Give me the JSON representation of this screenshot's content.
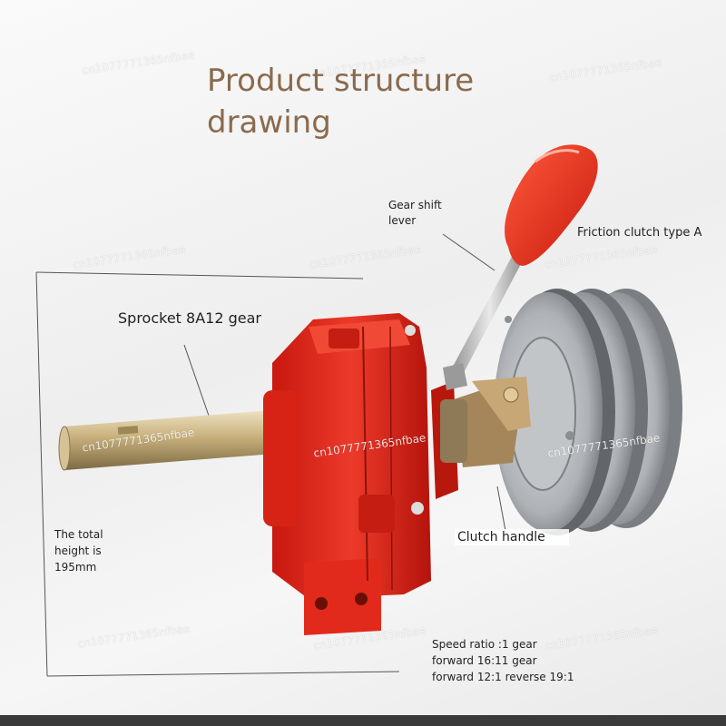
{
  "title": {
    "line1": "Product structure",
    "line2": "drawing"
  },
  "labels": {
    "gear_shift_line1": "Gear shift",
    "gear_shift_line2": "lever",
    "friction_clutch": "Friction clutch type A",
    "sprocket": "Sprocket 8A12 gear",
    "height_line1": "The total",
    "height_line2": "height is",
    "height_line3": "195mm",
    "clutch_handle": "Clutch handle"
  },
  "speed_ratio": {
    "line1": "Speed ratio :1 gear",
    "line2": "forward 16:11 gear",
    "line3": "forward 12:1 reverse 19:1"
  },
  "watermark": "cn1077771365nfbae",
  "colors": {
    "title": "#8a6a4e",
    "body_red": "#e0261b",
    "body_red_dark": "#a8150e",
    "pulley_gray": "#a9adb1",
    "shaft_steel": "#c9b48a"
  }
}
